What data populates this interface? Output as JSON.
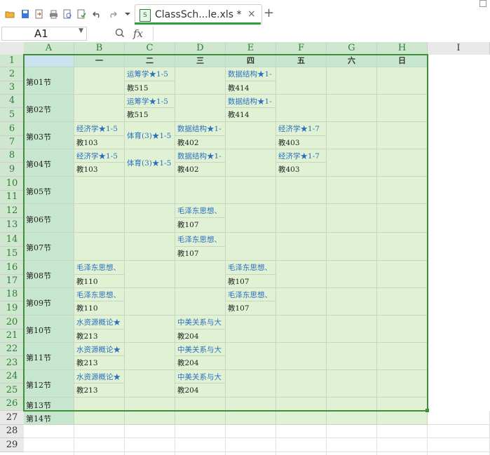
{
  "toolbar": {
    "icons": [
      "open-icon",
      "save-icon",
      "export-icon",
      "print-icon",
      "print-preview-icon",
      "spellcheck-icon",
      "undo-icon",
      "redo-icon",
      "dropdown-arrow-icon"
    ]
  },
  "tab": {
    "title": "ClassSch...le.xls *",
    "close": "×",
    "add": "+"
  },
  "formula_bar": {
    "cell_ref": "A1",
    "fx": "fx",
    "value": ""
  },
  "columns": [
    "A",
    "B",
    "C",
    "D",
    "E",
    "F",
    "G",
    "H",
    "I"
  ],
  "rows": [
    "1",
    "2",
    "3",
    "4",
    "5",
    "6",
    "7",
    "8",
    "9",
    "10",
    "11",
    "12",
    "13",
    "14",
    "15",
    "16",
    "17",
    "18",
    "19",
    "20",
    "21",
    "22",
    "23",
    "24",
    "25",
    "26",
    "27",
    "28",
    "29"
  ],
  "days": [
    "一",
    "二",
    "三",
    "四",
    "五",
    "六",
    "日"
  ],
  "periods": [
    "第01节",
    "第02节",
    "第03节",
    "第04节",
    "第05节",
    "第06节",
    "第07节",
    "第08节",
    "第09节",
    "第10节",
    "第11节",
    "第12节",
    "第13节",
    "第14节"
  ],
  "schedule": [
    {
      "period": 0,
      "day": 1,
      "course": "运筹学★1-5",
      "room": "教515"
    },
    {
      "period": 0,
      "day": 3,
      "course": "数据结构★1-",
      "room": "教414"
    },
    {
      "period": 1,
      "day": 1,
      "course": "运筹学★1-5",
      "room": "教515"
    },
    {
      "period": 1,
      "day": 3,
      "course": "数据结构★1-",
      "room": "教414"
    },
    {
      "period": 2,
      "day": 0,
      "course": "经济学★1-5",
      "room": "教103"
    },
    {
      "period": 2,
      "day": 1,
      "course": "体育(3)★1-5",
      "room": ""
    },
    {
      "period": 2,
      "day": 2,
      "course": "数据结构★1-",
      "room": "教402"
    },
    {
      "period": 2,
      "day": 4,
      "course": "经济学★1-7",
      "room": "教403"
    },
    {
      "period": 3,
      "day": 0,
      "course": "经济学★1-5",
      "room": "教103"
    },
    {
      "period": 3,
      "day": 1,
      "course": "体育(3)★1-5",
      "room": ""
    },
    {
      "period": 3,
      "day": 2,
      "course": "数据结构★1-",
      "room": "教402"
    },
    {
      "period": 3,
      "day": 4,
      "course": "经济学★1-7",
      "room": "教403"
    },
    {
      "period": 5,
      "day": 2,
      "course": "毛泽东思想、",
      "room": "教107"
    },
    {
      "period": 6,
      "day": 2,
      "course": "毛泽东思想、",
      "room": "教107"
    },
    {
      "period": 7,
      "day": 0,
      "course": "毛泽东思想、",
      "room": "教110"
    },
    {
      "period": 7,
      "day": 3,
      "course": "毛泽东思想、",
      "room": "教107"
    },
    {
      "period": 8,
      "day": 0,
      "course": "毛泽东思想、",
      "room": "教110"
    },
    {
      "period": 8,
      "day": 3,
      "course": "毛泽东思想、",
      "room": "教107"
    },
    {
      "period": 9,
      "day": 0,
      "course": "水资源概论★",
      "room": "教213"
    },
    {
      "period": 9,
      "day": 2,
      "course": "中美关系与大",
      "room": "教204"
    },
    {
      "period": 10,
      "day": 0,
      "course": "水资源概论★",
      "room": "教213"
    },
    {
      "period": 10,
      "day": 2,
      "course": "中美关系与大",
      "room": "教204"
    },
    {
      "period": 11,
      "day": 0,
      "course": "水资源概论★",
      "room": "教213"
    },
    {
      "period": 11,
      "day": 2,
      "course": "中美关系与大",
      "room": "教204"
    }
  ],
  "colors": {
    "accent": "#3f8f3a",
    "cell_fill": "#e1f2d4",
    "header_fill": "#c7e6cf",
    "course_text": "#2a6fc0"
  }
}
